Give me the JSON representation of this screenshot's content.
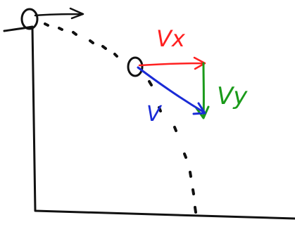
{
  "labels": {
    "vx": "Vx",
    "vy": "Vy",
    "v": "V"
  },
  "colors": {
    "ink": "#111111",
    "vx": "#ff2020",
    "vy": "#1a9a1a",
    "v": "#1a2bd6"
  }
}
